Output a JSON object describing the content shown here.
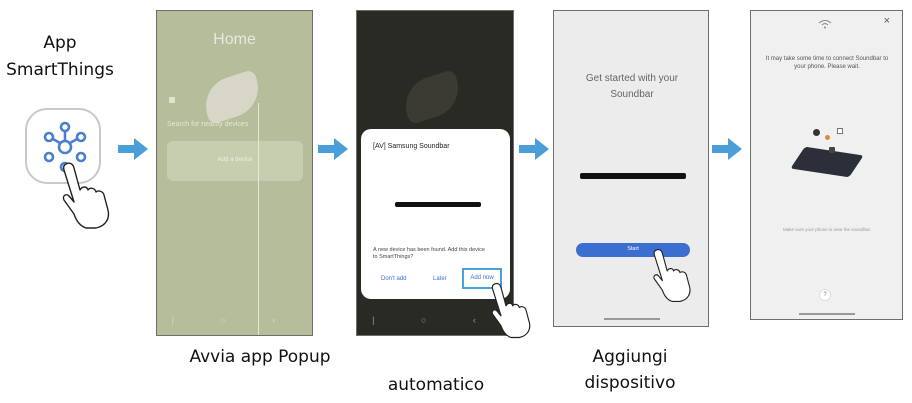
{
  "step1": {
    "title_line1": "App",
    "title_line2": "SmartThings"
  },
  "phone1": {
    "header": "Home",
    "link": "Search for nearby devices",
    "card": "Add a device"
  },
  "phone2": {
    "popup_title": "[AV] Samsung Soundbar",
    "popup_message": "A new device has been found. Add this device to SmartThings?",
    "btn_dont": "Don't add",
    "btn_later": "Later",
    "btn_add": "Add now"
  },
  "phone3": {
    "title": "Get started with your Soundbar",
    "start": "Start"
  },
  "phone4": {
    "wifi": "wifi",
    "close": "×",
    "message": "It may take some time to connect Soundbar to your phone. Please wait.",
    "bottom_note": "Make sure your phone is near the soundbar."
  },
  "captions": {
    "c1": "Avvia app Popup",
    "c2": "automatico",
    "c3_line1": "Aggiungi",
    "c3_line2": "dispositivo"
  },
  "colors": {
    "arrow": "#4a9fd9",
    "start_button": "#3a6fd0",
    "add_now_highlight": "#4aa3d8",
    "icon_blue": "#4a7fcf"
  },
  "icons": [
    "smartthings-app-icon",
    "pointing-hand-icon",
    "right-arrow-icon",
    "wifi-icon",
    "close-icon",
    "info-icon"
  ]
}
